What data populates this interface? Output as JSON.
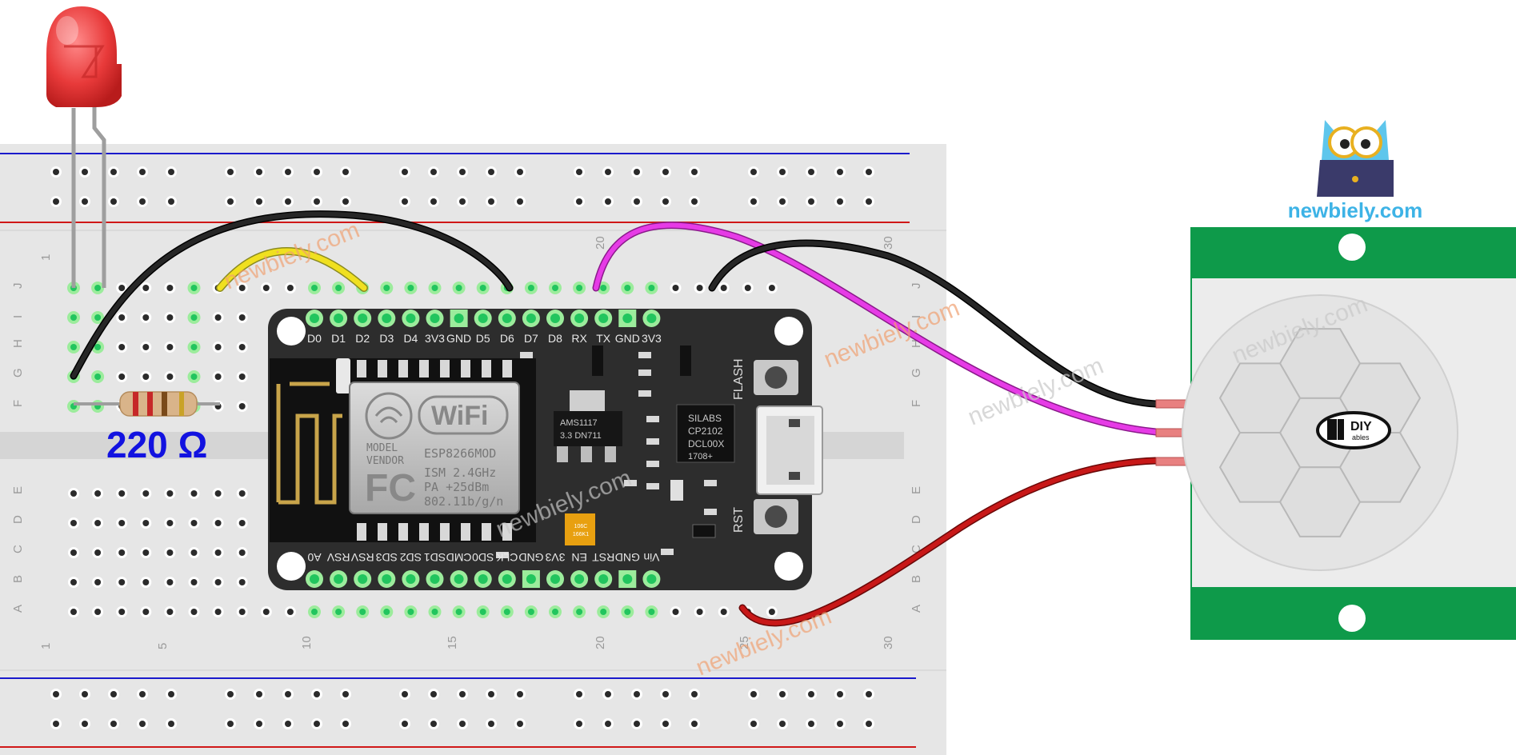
{
  "resistor": {
    "value_label": "220 Ω"
  },
  "breadboard": {
    "row_letters_top": [
      "J",
      "I",
      "H",
      "G",
      "F"
    ],
    "row_letters_bottom": [
      "E",
      "D",
      "C",
      "B",
      "A"
    ],
    "column_numbers": [
      "1",
      "5",
      "10",
      "15",
      "20",
      "25",
      "30"
    ]
  },
  "esp8266": {
    "top_pins": [
      "D0",
      "D1",
      "D2",
      "D3",
      "D4",
      "3V3",
      "GND",
      "D5",
      "D6",
      "D7",
      "D8",
      "RX",
      "TX",
      "GND",
      "3V3"
    ],
    "bottom_pins": [
      "A0",
      "RSV",
      "RSV",
      "SD3",
      "SD2",
      "SD1",
      "CMD",
      "SD0",
      "CLK",
      "GND",
      "3V3",
      "EN",
      "RST",
      "GND",
      "Vin"
    ],
    "wifi_logo": "WiFi",
    "module_lines": [
      "MODEL",
      "VENDOR"
    ],
    "module_name": "ESP8266MOD",
    "module_specs": [
      "ISM 2.4GHz",
      "PA  +25dBm",
      "802.11b/g/n"
    ],
    "fc_mark": "FC",
    "regulator": [
      "AMS1117",
      "3.3   DN711"
    ],
    "usb_chip": [
      "SILABS",
      "CP2102",
      "DCL00X",
      "1708+"
    ],
    "flash_label": "FLASH",
    "rst_label": "RST",
    "cap_label": [
      "106C",
      "166K1"
    ]
  },
  "pir_sensor": {
    "brand": "DIY",
    "brand_sub": "ables"
  },
  "branding": {
    "site": "newbiely.com",
    "watermark": "newbiely.com"
  },
  "colors": {
    "wire_black": "#1a1a1a",
    "wire_magenta": "#e63be6",
    "wire_red": "#c81818",
    "wire_yellow": "#f0e020",
    "led_red": "#e83a3a",
    "board_dark": "#2d2d2d",
    "pin_green": "#22c55e",
    "pir_green": "#0e9a4a",
    "brand_blue": "#3db3e6",
    "label_blue": "#1212e0",
    "watermark": "#f0a070"
  }
}
